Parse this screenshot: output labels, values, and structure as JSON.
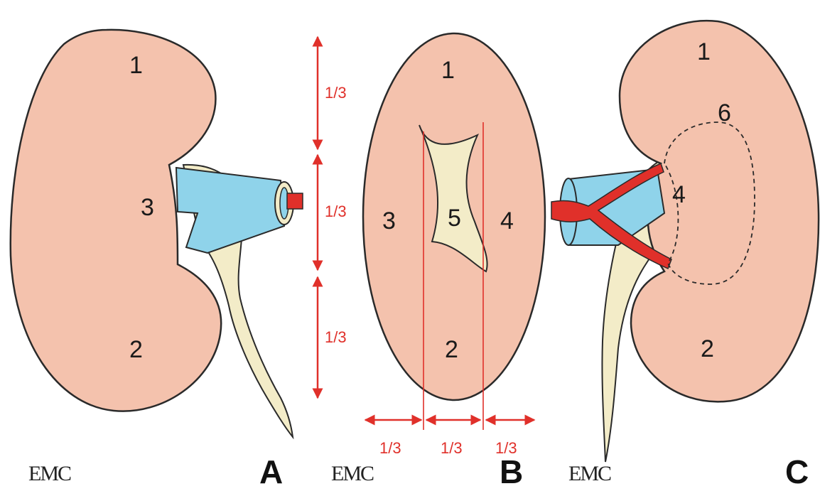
{
  "panels": {
    "a": {
      "letter": "A",
      "logo": "EMC",
      "labels": {
        "upper": "1",
        "lower": "2",
        "hilum": "3"
      }
    },
    "b": {
      "letter": "B",
      "logo": "EMC",
      "labels": {
        "upper": "1",
        "lower": "2",
        "left": "3",
        "right": "4",
        "center": "5"
      },
      "vertical_fractions": [
        "1/3",
        "1/3",
        "1/3"
      ],
      "horizontal_fractions": [
        "1/3",
        "1/3",
        "1/3"
      ]
    },
    "c": {
      "letter": "C",
      "logo": "EMC",
      "labels": {
        "upper": "1",
        "lower": "2",
        "middle": "4",
        "zone": "6"
      }
    }
  },
  "colors": {
    "kidney": "#f4c2ad",
    "outline": "#2a2a2a",
    "vein": "#8fd3ea",
    "artery": "#e0302a",
    "ureter": "#f3ecc8",
    "measure": "#e0302a"
  }
}
